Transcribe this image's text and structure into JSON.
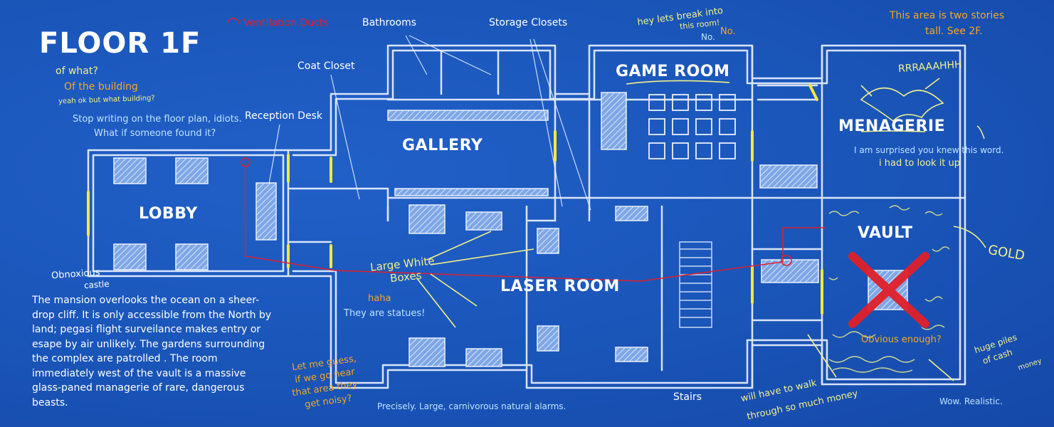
{
  "title": "FLOOR 1F",
  "legend": {
    "ducts_label": "Ventilation Ducts",
    "ducts_color": "#e0202a"
  },
  "rooms": {
    "lobby": "LOBBY",
    "gallery": "GALLERY",
    "game_room": "GAME ROOM",
    "laser_room": "LASER ROOM",
    "menagerie": "MENAGERIE",
    "vault": "VAULT"
  },
  "labels": {
    "bathrooms": "Bathrooms",
    "storage_closets": "Storage Closets",
    "coat_closet": "Coat Closet",
    "reception_desk": "Reception Desk",
    "stairs": "Stairs",
    "large_white_boxes_1": "Large White",
    "large_white_boxes_2": "Boxes"
  },
  "notes": {
    "of_what": "of what?",
    "of_the_building": "Of the building",
    "what_building": "yeah ok but what building?",
    "stop_writing_1": "Stop writing on the floor plan, idiots.",
    "stop_writing_2": "What if someone found it?",
    "break_in_1": "hey lets break into",
    "break_in_2": "this room!",
    "no_1": "No.",
    "no_2": "No.",
    "two_stories_1": "This area is two stories",
    "two_stories_2": "tall. See 2F.",
    "roar": "RRRAAAHHH",
    "surprised": "I am surprised you knew this word.",
    "look_it_up": "i had to look it up",
    "gold": "GOLD",
    "obvious": "Obvious enough?",
    "cash_1": "huge piles",
    "cash_2": "of cash",
    "cash_3": "money",
    "walk_1": "will have to walk",
    "walk_2": "through so much money",
    "realistic": "Wow. Realistic.",
    "haha": "haha",
    "statues": "They are statues!",
    "guess_1": "Let me guess,",
    "guess_2": "if we go near",
    "guess_3": "that area they",
    "guess_4": "get noisy?",
    "precisely": "Precisely. Large, carnivorous natural alarms.",
    "obnoxious_1": "Obnoxious",
    "obnoxious_2": "castle"
  },
  "description": "The mansion overlooks the ocean on a sheer-drop cliff. It is only accessible from the North by land; pegasi flight surveilance makes entry or esape by air unlikely. The gardens surrounding the complex are patrolled . The room immediately west of the vault is a massive glass-paned managerie of rare, dangerous beasts.",
  "colors": {
    "background": "#1a55b8",
    "chalk": "#eaf1ff",
    "door": "#f2ea3a",
    "annotation_yellow": "#f3f08a",
    "annotation_orange": "#f5a623",
    "annotation_cyan": "#bfe3ff",
    "x_mark": "#e0202a"
  }
}
